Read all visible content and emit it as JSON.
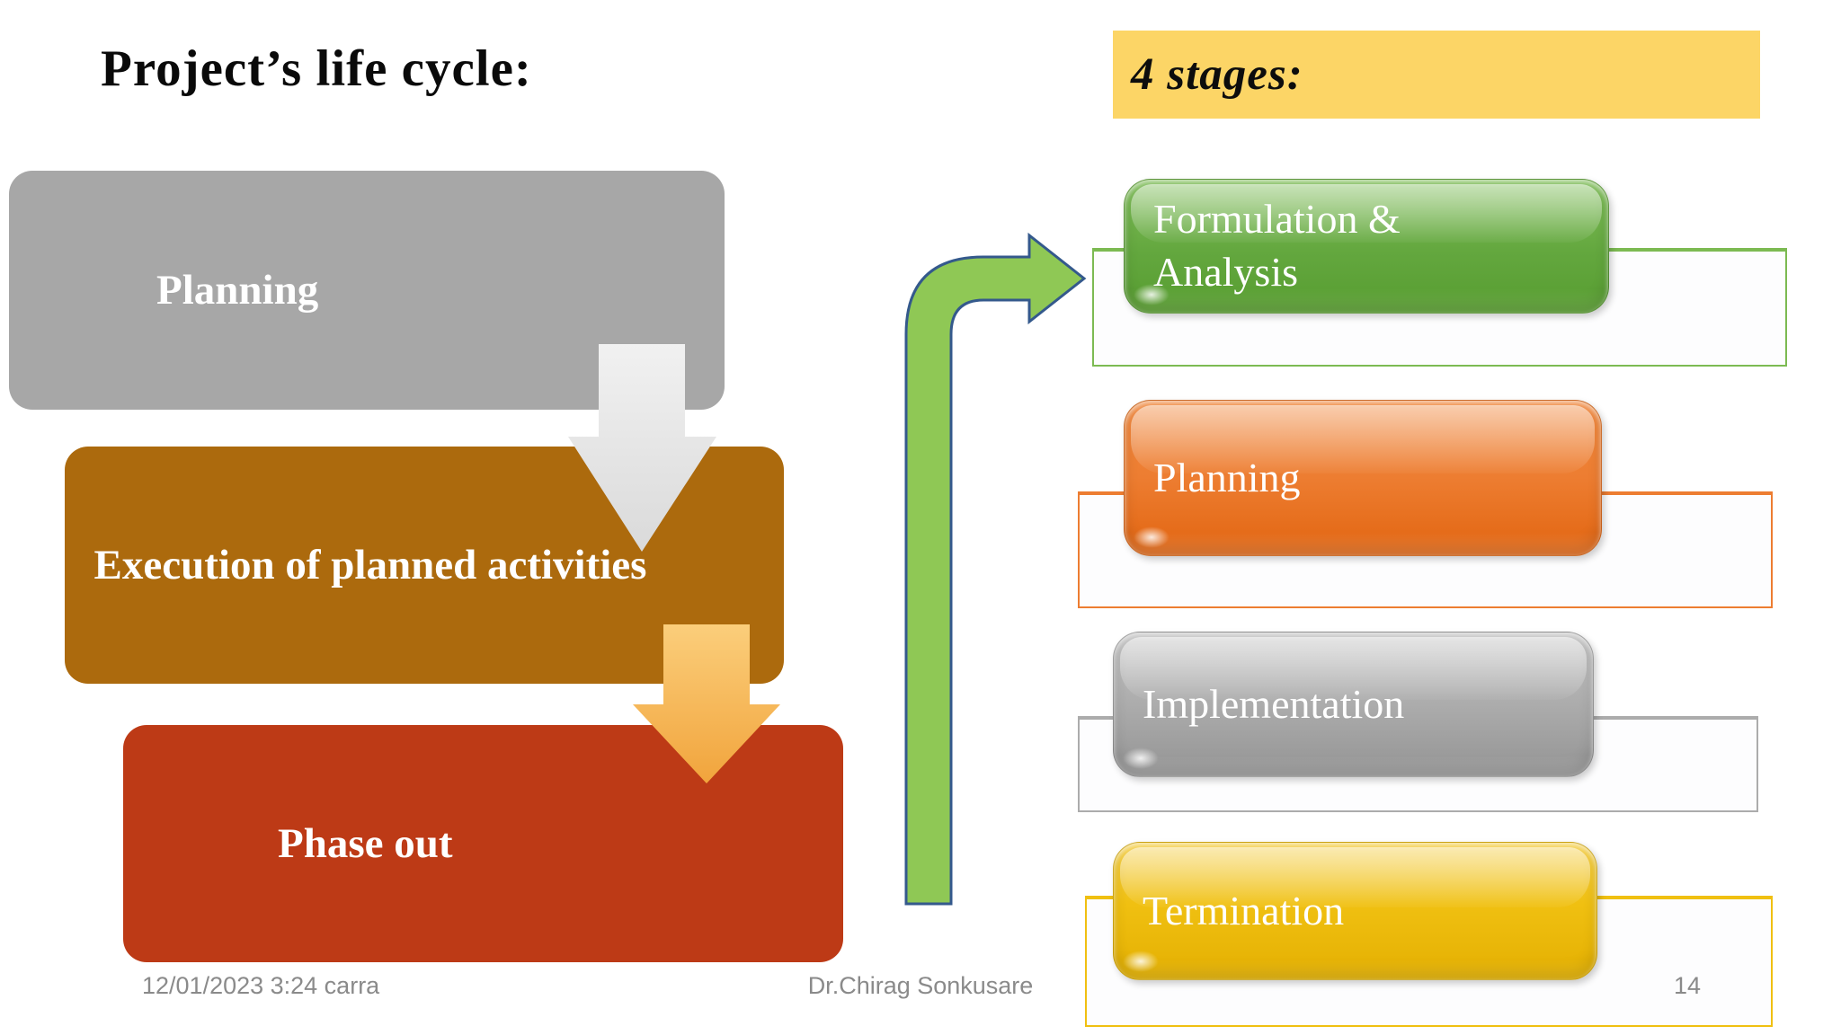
{
  "title": "Project’s life cycle:",
  "stages_header": "4 stages:",
  "left_flow": {
    "boxes": [
      {
        "label": "Planning",
        "fill": "#A7A7A7"
      },
      {
        "label": "Execution of planned activities",
        "fill": "#AC6A0D"
      },
      {
        "label": "Phase out",
        "fill": "#BD3A16"
      }
    ],
    "connectors": [
      {
        "icon": "down-arrow-icon",
        "fill_top": "#F1F1F1",
        "fill_bottom": "#DADADA"
      },
      {
        "icon": "down-arrow-icon",
        "fill_top": "#FBCE7B",
        "fill_bottom": "#F1A43C"
      }
    ]
  },
  "stages": {
    "header_bg": "#FCD566",
    "items": [
      {
        "label": "Formulation & Analysis",
        "color": "#63A73E",
        "panel_border": "#7CBA52"
      },
      {
        "label": "Planning",
        "color": "#ED7D31",
        "panel_border": "#ED7D31"
      },
      {
        "label": "Implementation",
        "color": "#ACACAC",
        "panel_border": "#ACACAC"
      },
      {
        "label": "Termination",
        "color": "#F0C011",
        "panel_border": "#F0C011"
      }
    ],
    "bent_arrow": {
      "icon": "bent-up-right-arrow-icon",
      "fill": "#8FC855",
      "outline": "#34598C"
    }
  },
  "footer": {
    "datetime": "12/01/2023 3:24 carra",
    "author": "Dr.Chirag Sonkusare",
    "page_number": "14"
  },
  "colors": {
    "background": "#FFFFFF",
    "title_text": "#0A0A0A",
    "flow_text": "#FFFFFF",
    "footer_text": "#8A8A8A"
  }
}
